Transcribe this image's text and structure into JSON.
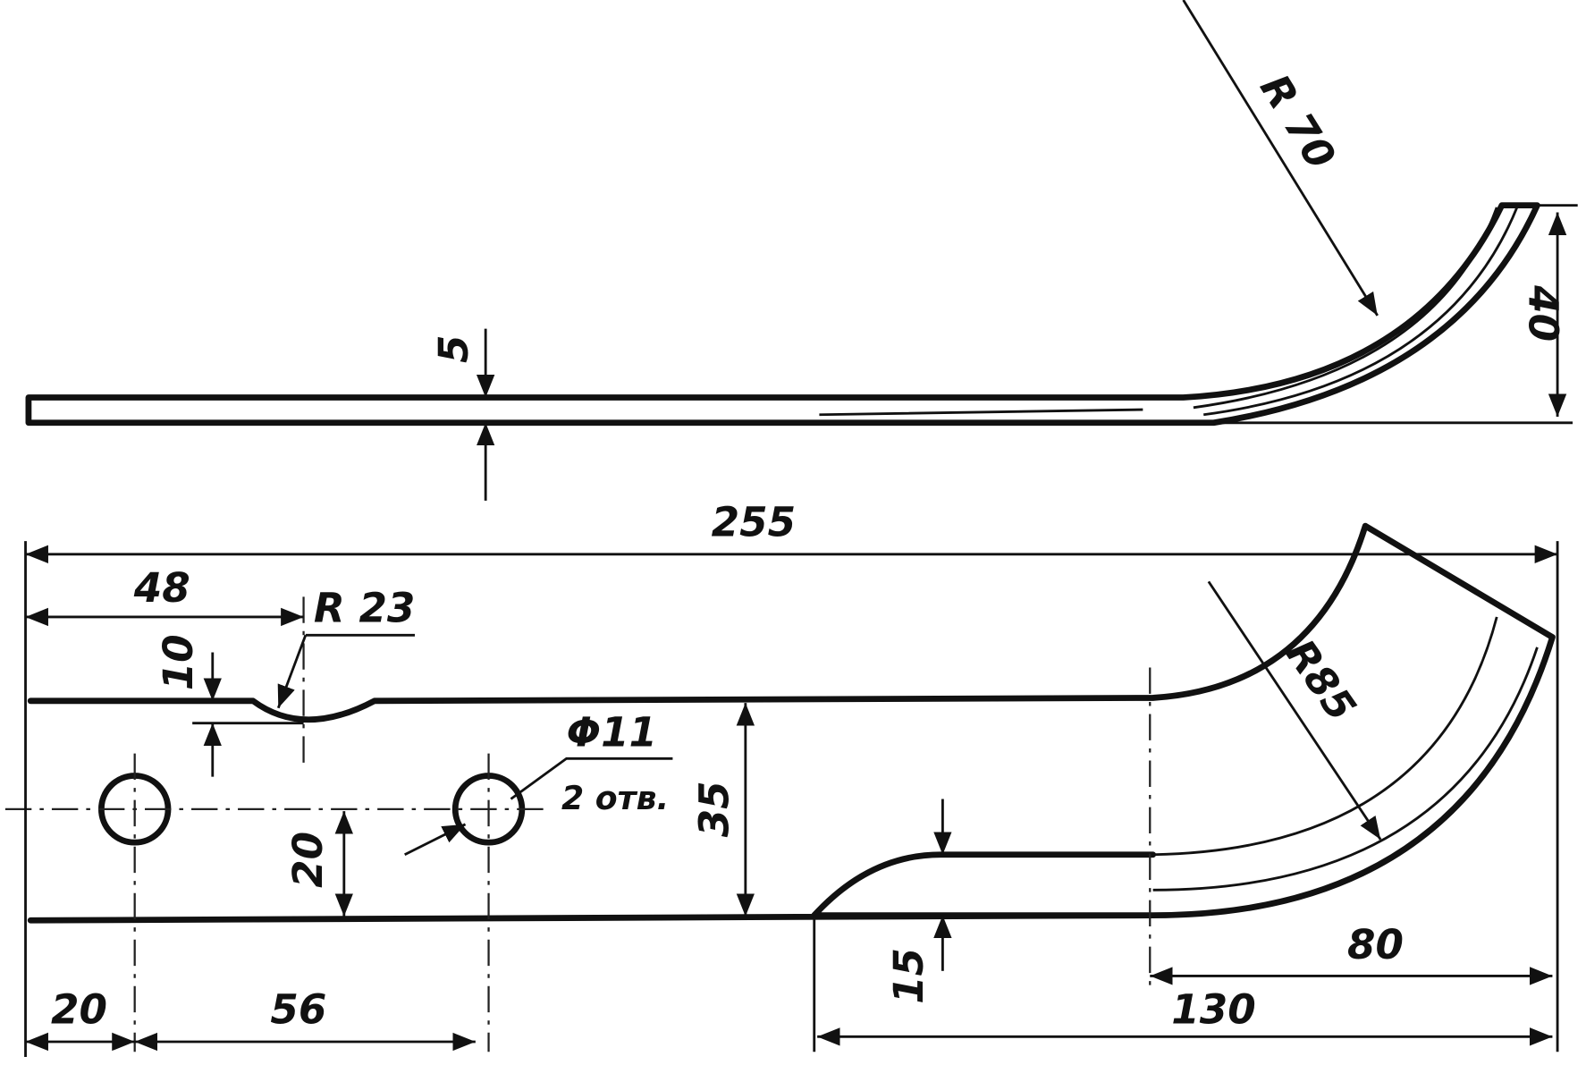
{
  "side_view": {
    "radius": "R 70",
    "thickness": "5",
    "height": "40"
  },
  "plan_view": {
    "overall_length": "255",
    "notch_position": "48",
    "notch_radius": "R 23",
    "notch_depth": "10",
    "hole_diameter": "Φ11",
    "hole_count": "2 отв.",
    "width": "35",
    "hole_height": "20",
    "end_radius": "R85",
    "edge_to_hole": "20",
    "hole_spacing": "56",
    "bevel_height": "15",
    "bend_length": "80",
    "bevel_length": "130"
  },
  "colors": {
    "ink": "#111111",
    "paper": "#ffffff"
  }
}
